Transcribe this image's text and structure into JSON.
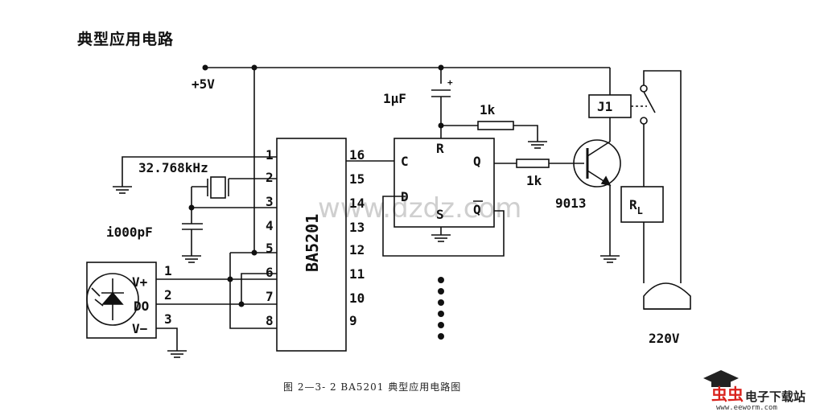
{
  "page_title": "典型应用电路",
  "caption": "图 2—3- 2   BA5201 典型应用电路图",
  "watermark": {
    "site": "电子下载站",
    "url": "www.eeworm.com",
    "faint_text": "www.dzdz.com"
  },
  "supply": {
    "label": "+5V"
  },
  "ic": {
    "name": "BA5201",
    "left_pins": [
      "1",
      "2",
      "3",
      "4",
      "5",
      "6",
      "7",
      "8"
    ],
    "right_pins": [
      "16",
      "15",
      "14",
      "13",
      "12",
      "11",
      "10",
      "9"
    ]
  },
  "crystal": {
    "label": "32.768kHz"
  },
  "capacitor_1000": {
    "label": "i000pF"
  },
  "capacitor_1u": {
    "label": "1μF",
    "polarity": "+"
  },
  "resistor_top": {
    "label": "1k"
  },
  "resistor_base": {
    "label": "1k"
  },
  "flipflop": {
    "c": "C",
    "r": "R",
    "q": "Q",
    "d": "D",
    "s": "S",
    "qbar": "Q"
  },
  "transistor": {
    "label": "9013"
  },
  "relay": {
    "label": "J1"
  },
  "load": {
    "label": "R",
    "subscript": "L"
  },
  "mains": {
    "label": "220V"
  },
  "sensor": {
    "pins": [
      "1",
      "2",
      "3"
    ],
    "labels": [
      "V+",
      "DO",
      "V−"
    ]
  },
  "colors": {
    "ink": "#111111",
    "watermark": "#cfcfcf",
    "logo_red": "#d9221c"
  }
}
